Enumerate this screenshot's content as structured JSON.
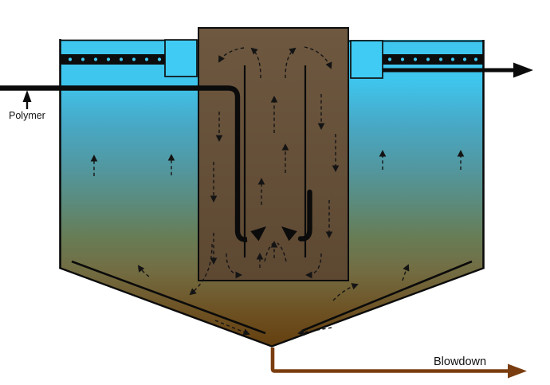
{
  "labels": {
    "polymer": "Polymer",
    "blowdown": "Blowdown"
  },
  "flows": {
    "polymer_inlet_direction": "up",
    "effluent_outlet_direction": "right",
    "blowdown_outlet_direction": "right",
    "column_circulation": "up-center-down-sides"
  },
  "colors": {
    "background": "#FFFFFF",
    "surface_water_cyan": "#3EC6EF",
    "weir_box_cyan": "#3FCBF4",
    "launder_dot_cyan": "#3CC9F2",
    "mid_water_teal": "#52979F",
    "lower_water_olive": "#736D43",
    "hopper_sludge_brown": "#653F0E",
    "blanket_column_brown": "#6E5840",
    "pipe_line_black": "#0B0B0B",
    "blowdown_pipe_brown": "#7A3D0F"
  }
}
